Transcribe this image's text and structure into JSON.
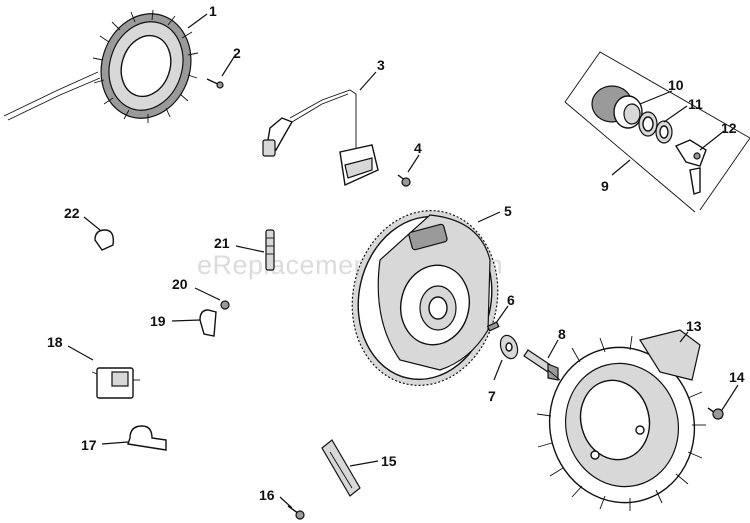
{
  "watermark": "eReplacementParts.com",
  "callouts": [
    "1",
    "2",
    "3",
    "4",
    "5",
    "6",
    "7",
    "8",
    "9",
    "10",
    "11",
    "12",
    "13",
    "14",
    "15",
    "16",
    "17",
    "18",
    "19",
    "20",
    "21",
    "22"
  ],
  "parts": [
    {
      "id": "stator",
      "callout": "1"
    },
    {
      "id": "stator-screw",
      "callout": "2"
    },
    {
      "id": "ignition-module",
      "callout": "3"
    },
    {
      "id": "module-screw",
      "callout": "4"
    },
    {
      "id": "flywheel",
      "callout": "5"
    },
    {
      "id": "key",
      "callout": "6"
    },
    {
      "id": "washer",
      "callout": "7"
    },
    {
      "id": "flywheel-bolt",
      "callout": "8"
    },
    {
      "id": "key-switch-kit",
      "callout": "9"
    },
    {
      "id": "key-switch",
      "callout": "10"
    },
    {
      "id": "switch-nut",
      "callout": "11"
    },
    {
      "id": "keys",
      "callout": "12"
    },
    {
      "id": "fan",
      "callout": "13"
    },
    {
      "id": "fan-screw",
      "callout": "14"
    },
    {
      "id": "bracket",
      "callout": "15"
    },
    {
      "id": "bracket-screw",
      "callout": "16"
    },
    {
      "id": "clamp-lower",
      "callout": "17"
    },
    {
      "id": "rectifier",
      "callout": "18"
    },
    {
      "id": "clip",
      "callout": "19"
    },
    {
      "id": "nut",
      "callout": "20"
    },
    {
      "id": "stud",
      "callout": "21"
    },
    {
      "id": "wire-clip",
      "callout": "22"
    }
  ]
}
